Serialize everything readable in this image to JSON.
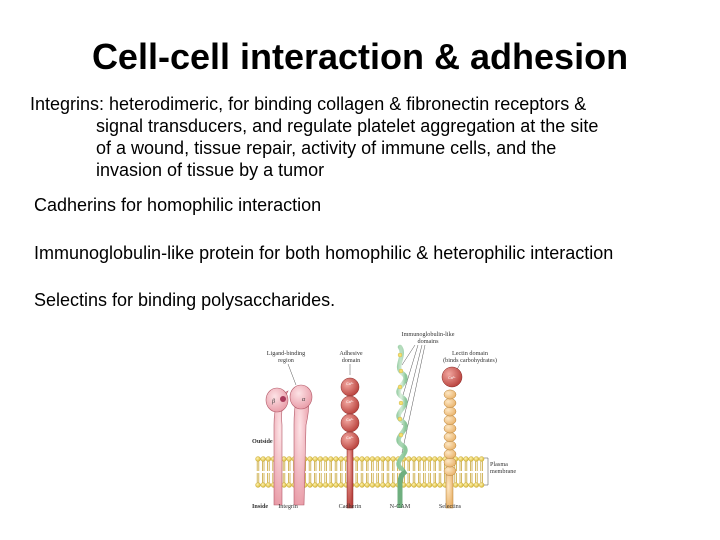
{
  "slide": {
    "title": "Cell-cell interaction & adhesion",
    "bullets": {
      "integrins_lines": [
        "Integrins: heterodimeric, for binding collagen & fibronectin receptors &",
        "signal transducers, and regulate platelet aggregation at the site",
        "of a wound, tissue repair, activity of immune cells, and the",
        "invasion of tissue by a tumor"
      ],
      "cadherins": "Cadherins for homophilic interaction",
      "immunoglobulin": "Immunoglobulin-like protein for both homophilic & heterophilic interaction",
      "selectins": "Selectins for binding polysaccharides."
    }
  },
  "figure": {
    "labels": {
      "ligand_binding_1": "Ligand-binding",
      "ligand_binding_2": "region",
      "adhesive_1": "Adhesive",
      "adhesive_2": "domain",
      "ig_like_1": "Immunoglobulin-like",
      "ig_like_2": "domains",
      "lectin_1": "Lectin domain",
      "lectin_2": "(binds carbohydrates)",
      "outside": "Outside",
      "inside": "Inside",
      "plasma_1": "Plasma",
      "plasma_2": "membrane",
      "integrin": "Integrin",
      "cadherin": "Cadherin",
      "ncam": "N-CAM",
      "selectins": "Selectins",
      "subunit_beta": "β",
      "subunit_alpha": "α",
      "calcium": "Ca²⁺"
    },
    "colors": {
      "integrin_pink": "#f4b8c0",
      "cadherin_red": "#c0504d",
      "ncam_green": "#a8d8b0",
      "selectin_orange": "#f3c98b",
      "membrane_yellow": "#e8d46a",
      "ca_sphere": "#a83a5a"
    }
  }
}
